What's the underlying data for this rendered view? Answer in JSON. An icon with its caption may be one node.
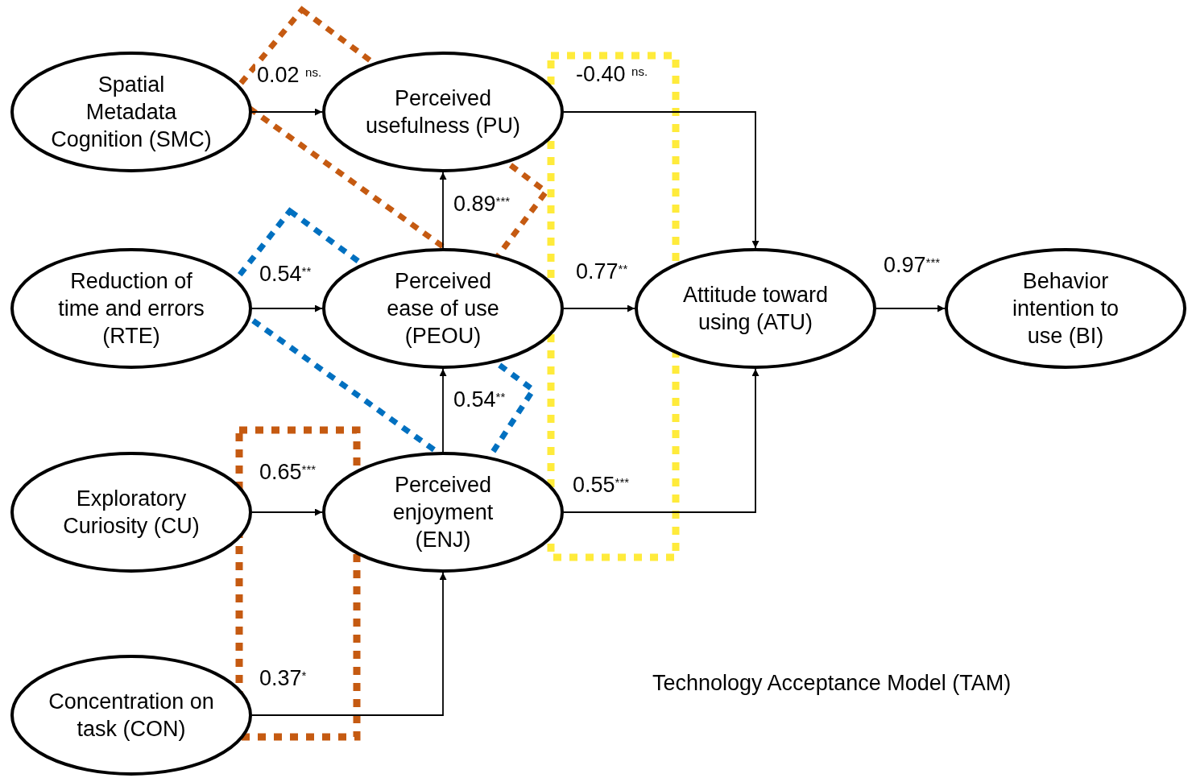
{
  "diagram": {
    "nodes": [
      {
        "text": [
          "Spatial Metadata Cognition (SMC)"
        ]
      },
      {
        "text": [
          "Perceived usefulness (PU)"
        ]
      },
      {
        "text": [
          "Reduction of time and errors (RTE)"
        ]
      },
      {
        "text": [
          "Perceived ease of use (PEOU)"
        ]
      },
      {
        "text": [
          "Attitude toward using (ATU)"
        ]
      },
      {
        "text": [
          "Behavior intention to use (BI)"
        ]
      },
      {
        "text": [
          "Exploratory Curiosity (CU)"
        ]
      },
      {
        "text": [
          "Perceived enjoyment (ENJ)"
        ]
      },
      {
        "text": [
          "Concentration on task (CON)"
        ]
      }
    ],
    "edges": [
      {
        "from": 0,
        "to": 1,
        "arrow": "to",
        "label": "0.02 $^{ns.}$"
      },
      {
        "from": 3,
        "to": 1,
        "arrow": "to",
        "label": "0.89$^{***}$"
      },
      {
        "from": 1,
        "to": 4,
        "arrow": "to",
        "label": "-0.40 $^{ns.}$"
      },
      {
        "from": 2,
        "to": 3,
        "arrow": "to",
        "label": "0.54$^{**}$"
      },
      {
        "from": 3,
        "to": 4,
        "arrow": "to",
        "label": "0.77$^{**}$"
      },
      {
        "from": 4,
        "to": 5,
        "arrow": "to",
        "label": "0.97$^{***}$"
      },
      {
        "from": 7,
        "to": 3,
        "arrow": "to",
        "label": "0.54$^{**}$"
      },
      {
        "from": 7,
        "to": 4,
        "arrow": "to",
        "label": "0.55$^{***}$"
      },
      {
        "from": 6,
        "to": 7,
        "arrow": "to",
        "label": "0.65$^{***}$"
      },
      {
        "from": 8,
        "to": 7,
        "arrow": "to",
        "label": "0.37$^{*}$"
      }
    ],
    "labels": [
      "Technology Acceptance Model (TAM)"
    ]
  }
}
